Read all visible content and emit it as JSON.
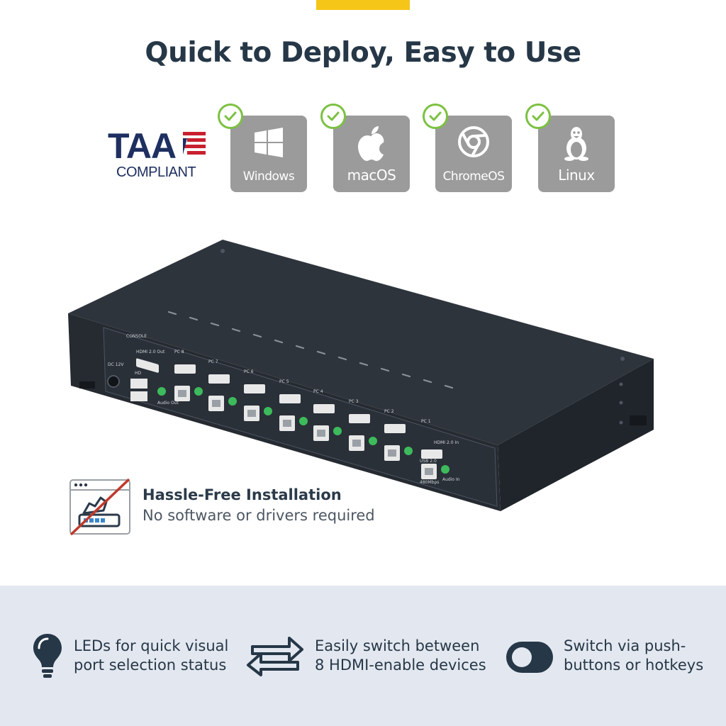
{
  "headline": "Quick to Deploy, Easy to Use",
  "taa": {
    "mark": "TAA",
    "sub": "COMPLIANT"
  },
  "os_tiles": [
    {
      "label": "Windows",
      "icon": "windows-icon"
    },
    {
      "label": "macOS",
      "icon": "apple-icon"
    },
    {
      "label": "ChromeOS",
      "icon": "chrome-icon"
    },
    {
      "label": "Linux",
      "icon": "linux-tux-icon"
    }
  ],
  "device": {
    "console_label": "CONSOLE",
    "hdmi_out": "HDMI 2.0 Out",
    "hd_label": "HD",
    "dc_label": "DC 12V",
    "audio_out": "Audio Out",
    "ports": [
      {
        "name": "PC 8"
      },
      {
        "name": "PC 7"
      },
      {
        "name": "PC 6"
      },
      {
        "name": "PC 5"
      },
      {
        "name": "PC 4"
      },
      {
        "name": "PC 3"
      },
      {
        "name": "PC 2"
      },
      {
        "name": "PC 1"
      }
    ],
    "hdmi_in": "HDMI 2.0 In",
    "usb": "USB 2.0",
    "speed": "480Mbps",
    "audio_in": "Audio In"
  },
  "hassle_free": {
    "title": "Hassle-Free Installation",
    "subtitle": "No software or drivers required"
  },
  "features": [
    {
      "line1": "LEDs for quick visual",
      "line2": "port selection status",
      "icon": "lightbulb-icon"
    },
    {
      "line1": "Easily switch between",
      "line2": "8 HDMI-enable devices",
      "icon": "switch-arrows-icon"
    },
    {
      "line1": "Switch via push-",
      "line2": "buttons or hotkeys",
      "icon": "toggle-icon"
    }
  ],
  "colors": {
    "accent": "#f5c518",
    "tile": "#9b9b9b",
    "check": "#7cc142",
    "navy": "#1e2f60",
    "band": "#e3e8f0",
    "icon_dark": "#2b3a49"
  }
}
